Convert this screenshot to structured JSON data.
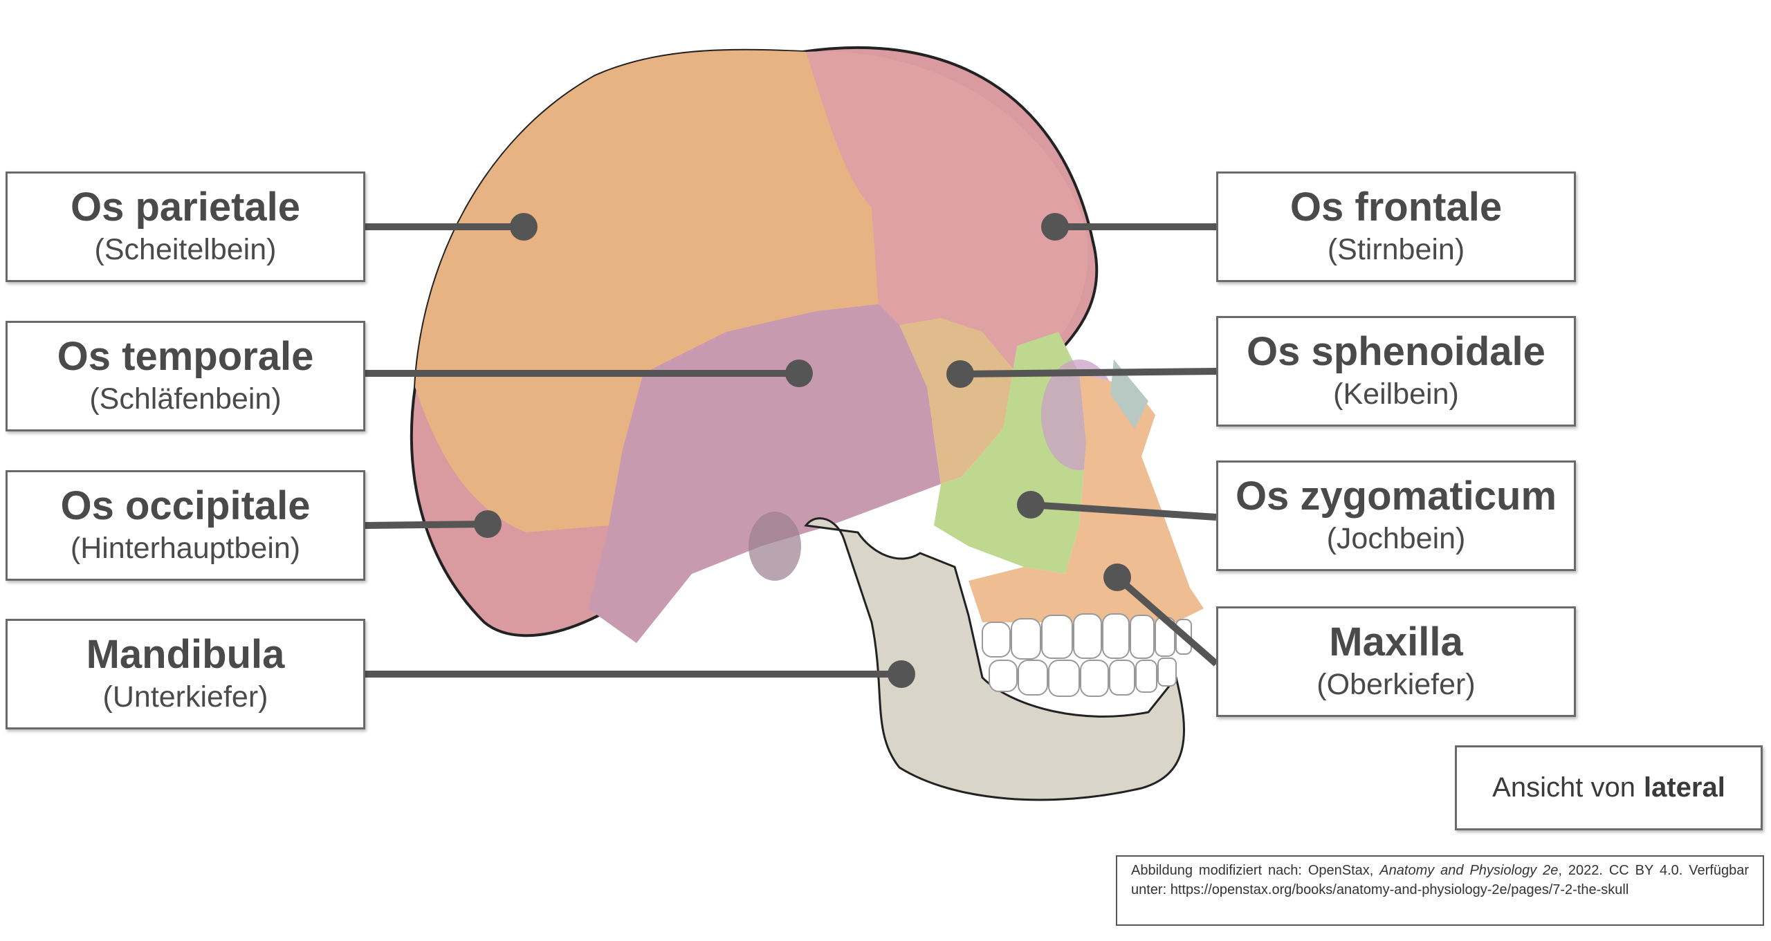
{
  "labels": {
    "parietale": {
      "name": "Os parietale",
      "sub": "(Scheitelbein)"
    },
    "temporale": {
      "name": "Os temporale",
      "sub": "(Schläfenbein)"
    },
    "occipitale": {
      "name": "Os occipitale",
      "sub": "(Hinterhauptbein)"
    },
    "mandibula": {
      "name": "Mandibula",
      "sub": "(Unterkiefer)"
    },
    "frontale": {
      "name": "Os frontale",
      "sub": "(Stirnbein)"
    },
    "sphenoidale": {
      "name": "Os sphenoidale",
      "sub": "(Keilbein)"
    },
    "zygomaticum": {
      "name": "Os zygomaticum",
      "sub": "(Jochbein)"
    },
    "maxilla": {
      "name": "Maxilla",
      "sub": "(Oberkiefer)"
    }
  },
  "view": {
    "prefix": "Ansicht von",
    "emphasis": "lateral"
  },
  "credit": {
    "line1_prefix": "Abbildung modifiziert nach: OpenStax,",
    "book_title": "Anatomy and Physiology 2e",
    "line1_suffix": ", 2022. CC BY 4.0.",
    "line2_prefix": "Verfügbar unter:",
    "url": "https://openstax.org/books/anatomy-and-physiology-2e/pages/7-2-the-skull"
  },
  "colors": {
    "parietale": "#e8b383",
    "frontale": "#dfa1a3",
    "temporale": "#c89ab0",
    "occipitale": "#d99aa0",
    "sphenoidale": "#e0bc8c",
    "zygomaticum": "#bfd890",
    "maxilla": "#eebd92",
    "mandibula": "#d9d5c8",
    "teeth": "#ffffff",
    "leader": "#555555",
    "outline": "#222222"
  }
}
